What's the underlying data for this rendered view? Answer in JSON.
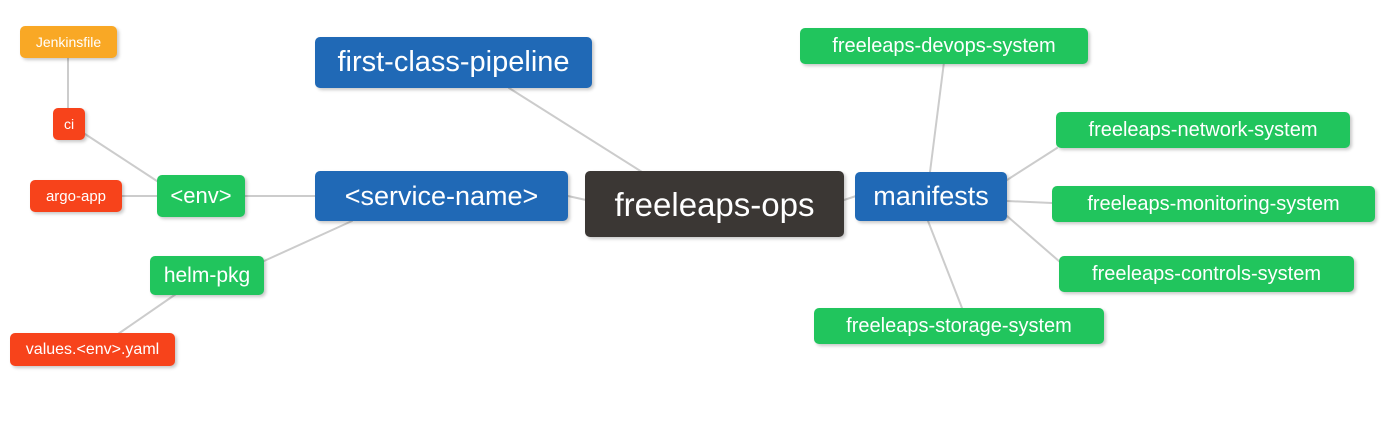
{
  "diagram": {
    "type": "mindmap",
    "title": "freeleaps-ops",
    "background_color": "#ffffff",
    "edge_color": "#cccccc",
    "palette": {
      "root": "#3b3734",
      "blue": "#2069b6",
      "green": "#21c55d",
      "orange": "#f9a825",
      "red": "#f7431b",
      "text": "#ffffff"
    }
  },
  "nodes": {
    "root": {
      "label": "freeleaps-ops",
      "color": "#3b3734"
    },
    "service_name": {
      "label": "<service-name>",
      "color": "#2069b6"
    },
    "first_class_pipeline": {
      "label": "first-class-pipeline",
      "color": "#2069b6"
    },
    "manifests": {
      "label": "manifests",
      "color": "#2069b6"
    },
    "env": {
      "label": "<env>",
      "color": "#21c55d"
    },
    "helm_pkg": {
      "label": "helm-pkg",
      "color": "#21c55d"
    },
    "jenkinsfile": {
      "label": "Jenkinsfile",
      "color": "#f9a825"
    },
    "ci": {
      "label": "ci",
      "color": "#f7431b"
    },
    "argo_app": {
      "label": "argo-app",
      "color": "#f7431b"
    },
    "values_yaml": {
      "label": "values.<env>.yaml",
      "color": "#f7431b"
    },
    "devops_system": {
      "label": "freeleaps-devops-system",
      "color": "#21c55d"
    },
    "network_system": {
      "label": "freeleaps-network-system",
      "color": "#21c55d"
    },
    "monitoring_system": {
      "label": "freeleaps-monitoring-system",
      "color": "#21c55d"
    },
    "controls_system": {
      "label": "freeleaps-controls-system",
      "color": "#21c55d"
    },
    "storage_system": {
      "label": "freeleaps-storage-system",
      "color": "#21c55d"
    }
  },
  "edges": [
    {
      "from": "root",
      "to": "service_name"
    },
    {
      "from": "root",
      "to": "first_class_pipeline"
    },
    {
      "from": "root",
      "to": "manifests"
    },
    {
      "from": "service_name",
      "to": "env"
    },
    {
      "from": "service_name",
      "to": "helm_pkg"
    },
    {
      "from": "env",
      "to": "ci"
    },
    {
      "from": "env",
      "to": "argo_app"
    },
    {
      "from": "ci",
      "to": "jenkinsfile"
    },
    {
      "from": "helm_pkg",
      "to": "values_yaml"
    },
    {
      "from": "manifests",
      "to": "devops_system"
    },
    {
      "from": "manifests",
      "to": "network_system"
    },
    {
      "from": "manifests",
      "to": "monitoring_system"
    },
    {
      "from": "manifests",
      "to": "controls_system"
    },
    {
      "from": "manifests",
      "to": "storage_system"
    }
  ]
}
